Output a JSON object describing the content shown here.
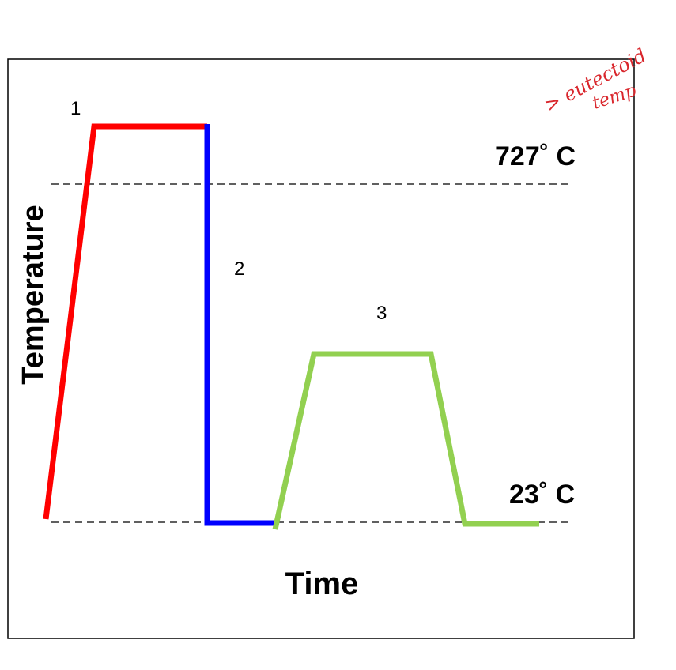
{
  "diagram": {
    "axis_labels": {
      "y": "Temperature",
      "x": "Time"
    },
    "temperature_levels": [
      {
        "id": "eutectoid",
        "label": "727˚ C"
      },
      {
        "id": "room",
        "label": "23˚ C"
      }
    ],
    "stages": [
      {
        "id": "1",
        "label": "1",
        "color": "#ff0000"
      },
      {
        "id": "2",
        "label": "2",
        "color": "#0000ff"
      },
      {
        "id": "3",
        "label": "3",
        "color": "#92d050"
      }
    ],
    "handwritten_note": {
      "line1": "> eutectoid",
      "line2": "temp",
      "color": "#d9262c"
    },
    "colors": {
      "frame": "#000000",
      "dashed_line": "#000000"
    }
  }
}
